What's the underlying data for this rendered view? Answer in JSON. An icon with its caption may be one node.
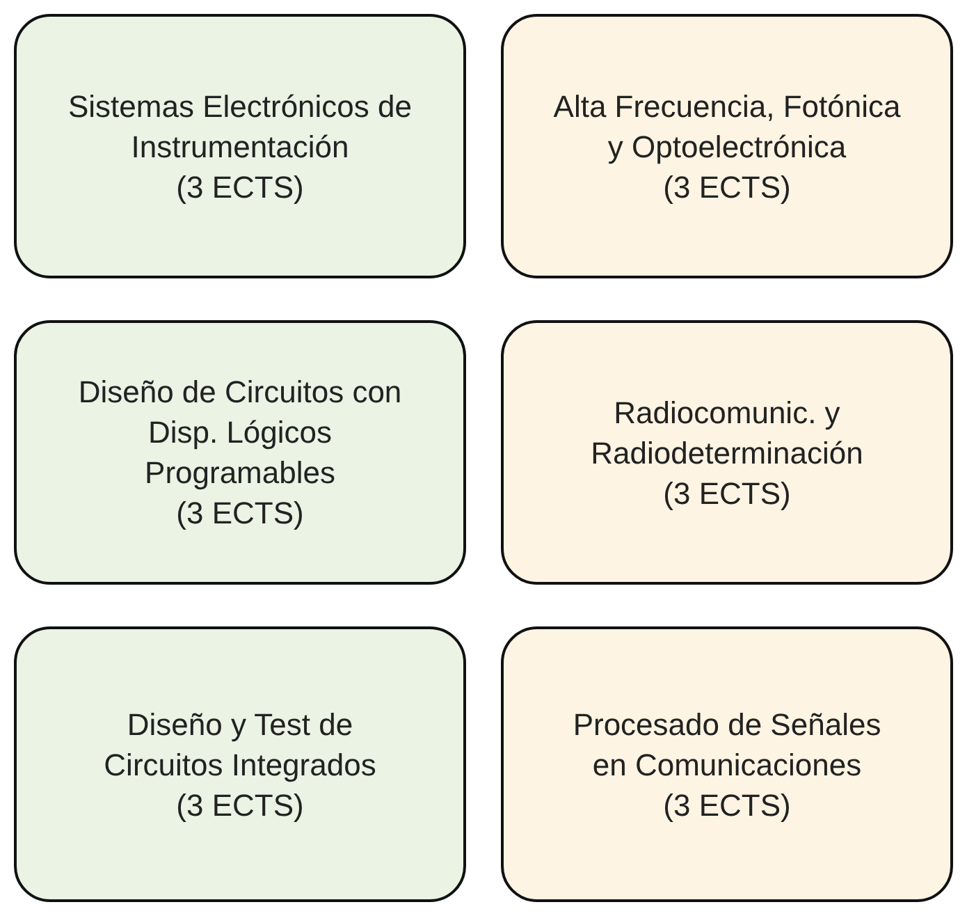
{
  "diagram": {
    "nodes": [
      {
        "text": [
          "Sistemas Electrónicos de Instrumentación",
          "(3 ECTS)"
        ]
      },
      {
        "text": [
          "Alta Frecuencia, Fotónica y Optoelectrónica",
          "(3 ECTS)"
        ]
      },
      {
        "text": [
          "Diseño de Circuitos con Disp. Lógicos Programables",
          "(3 ECTS)"
        ]
      },
      {
        "text": [
          "Radiocomunic. y Radiodeterminación",
          "(3 ECTS)"
        ]
      },
      {
        "text": [
          "Diseño y Test de Circuitos Integrados",
          "(3 ECTS)"
        ]
      },
      {
        "text": [
          "Procesado de Señales en Comunicaciones",
          "(3 ECTS)"
        ]
      }
    ]
  }
}
